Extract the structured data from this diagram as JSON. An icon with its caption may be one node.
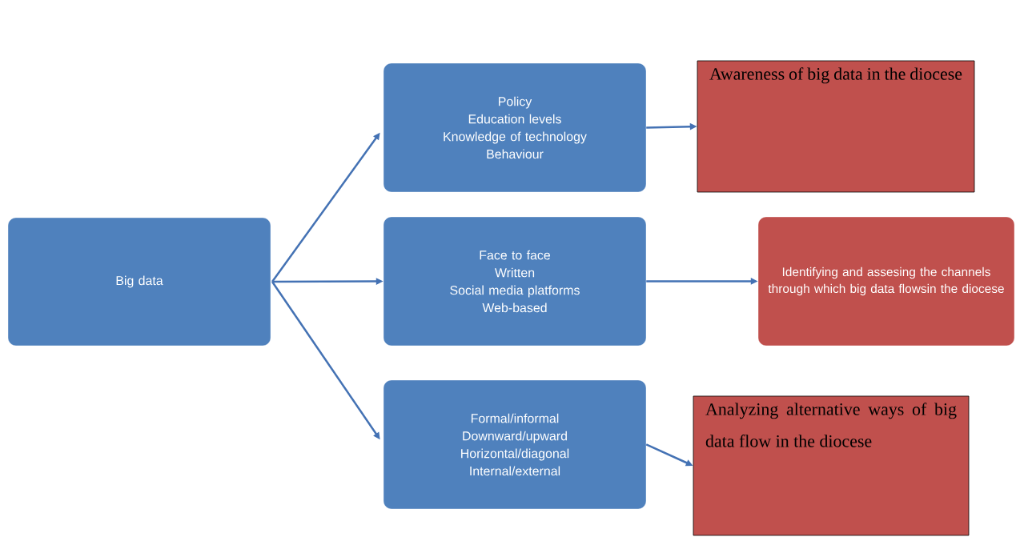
{
  "diagram": {
    "nodes": [
      {
        "text": [
          "Big data"
        ]
      },
      {
        "text": [
          "Policy",
          "Education levels",
          "Knowledge of technology",
          "Behaviour"
        ]
      },
      {
        "text": [
          "Face to face",
          "Written",
          "Social media platforms",
          "Web-based"
        ]
      },
      {
        "text": [
          "Formal/informal",
          "Downward/upward",
          "Horizontal/diagonal",
          "Internal/external"
        ]
      },
      {
        "text": [
          "Awareness of big data in the diocese"
        ]
      },
      {
        "text": [
          "Identifying and assesing the channels through which big data flowsin the diocese"
        ]
      },
      {
        "text": [
          "Analyzing alternative ways of big data flow in the diocese"
        ]
      }
    ],
    "edges": [
      {
        "from": 0,
        "to": 1,
        "arrow": "to"
      },
      {
        "from": 0,
        "to": 2,
        "arrow": "to"
      },
      {
        "from": 0,
        "to": 3,
        "arrow": "to"
      },
      {
        "from": 1,
        "to": 4,
        "arrow": "to"
      },
      {
        "from": 2,
        "to": 5,
        "arrow": "to"
      },
      {
        "from": 3,
        "to": 6,
        "arrow": "to"
      }
    ]
  }
}
